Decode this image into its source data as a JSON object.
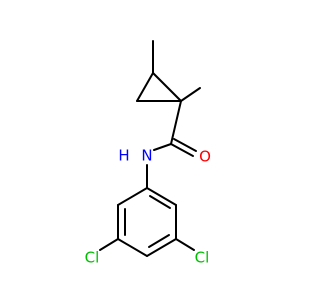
{
  "atom_labels": {
    "oxygen": "O",
    "nitrogen": "N",
    "hydrogen": "H",
    "chlorine_left": "Cl",
    "chlorine_right": "Cl"
  },
  "colors": {
    "bond": "#000000",
    "oxygen": "#ff0000",
    "nitrogen": "#0000ff",
    "chlorine": "#00c000"
  }
}
